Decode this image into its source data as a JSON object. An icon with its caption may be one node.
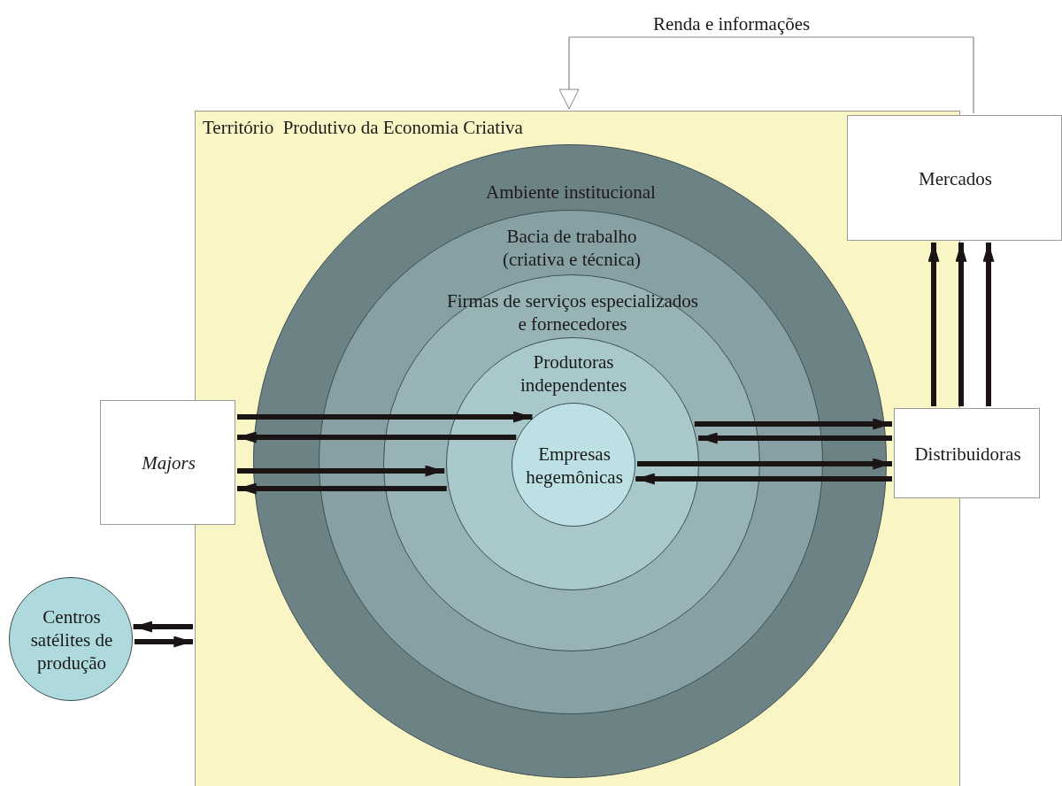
{
  "diagram": {
    "nodes": [
      {
        "text": [
          "Território  Produtivo da Economia Criativa"
        ]
      },
      {
        "text": [
          "Ambiente institucional"
        ],
        "in": 0
      },
      {
        "text": [
          "Bacia de trabalho (criativa e técnica)"
        ],
        "in": 1
      },
      {
        "text": [
          "Firmas de serviços especializados e fornecedores"
        ],
        "in": 2
      },
      {
        "text": [
          "Produtoras independentes"
        ],
        "in": 3
      },
      {
        "text": [
          "Empresas hegemônicas"
        ],
        "in": 4
      },
      {
        "text": [
          "Mercados"
        ]
      },
      {
        "text": [
          "Majors"
        ]
      },
      {
        "text": [
          "Distribuidoras"
        ]
      },
      {
        "text": [
          "Centros satélites de produção"
        ]
      }
    ],
    "edges": [
      {
        "from": 7,
        "to": 5,
        "arrow": "to"
      },
      {
        "from": 5,
        "to": 7,
        "arrow": "to"
      },
      {
        "from": 7,
        "to": 4,
        "arrow": "to"
      },
      {
        "from": 4,
        "to": 7,
        "arrow": "to"
      },
      {
        "from": 4,
        "to": 8,
        "arrow": "to"
      },
      {
        "from": 8,
        "to": 4,
        "arrow": "to"
      },
      {
        "from": 5,
        "to": 8,
        "arrow": "to"
      },
      {
        "from": 8,
        "to": 5,
        "arrow": "to"
      },
      {
        "from": 8,
        "to": 6,
        "arrow": "to"
      },
      {
        "from": 8,
        "to": 6,
        "arrow": "to"
      },
      {
        "from": 8,
        "to": 6,
        "arrow": "to"
      },
      {
        "from": 6,
        "to": 0,
        "label": "Renda e informações",
        "arrow": "to",
        "color": "#888888"
      },
      {
        "from": 0,
        "to": 9,
        "arrow": "to"
      },
      {
        "from": 9,
        "to": 0,
        "arrow": "to"
      }
    ]
  }
}
